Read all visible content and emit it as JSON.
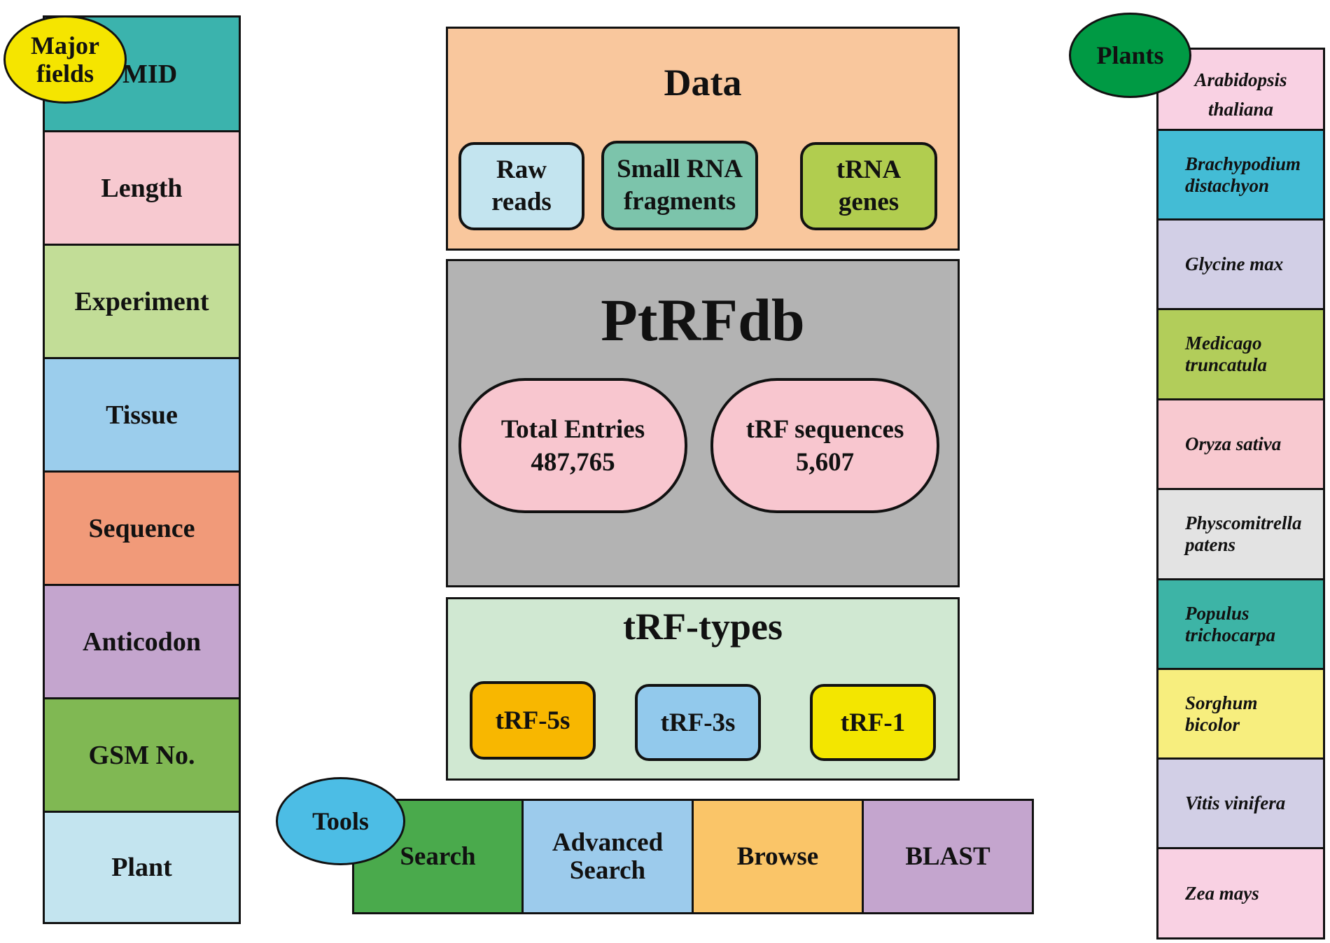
{
  "major_fields": {
    "label": "Major fields",
    "items": [
      {
        "label": "PMID",
        "color": "#3bb3ad"
      },
      {
        "label": "Length",
        "color": "#f7c9d0"
      },
      {
        "label": "Experiment",
        "color": "#c2dd97"
      },
      {
        "label": "Tissue",
        "color": "#9bcdec"
      },
      {
        "label": "Sequence",
        "color": "#f19a79"
      },
      {
        "label": "Anticodon",
        "color": "#c4a5ce"
      },
      {
        "label": "GSM No.",
        "color": "#80b853"
      },
      {
        "label": "Plant",
        "color": "#c3e4ef"
      }
    ],
    "badge_color": "#f5e500"
  },
  "plants": {
    "label": "Plants",
    "badge_color": "#009a44",
    "items": [
      {
        "label": "Arabidopsis thaliana",
        "color": "#f9d1e3"
      },
      {
        "label": "Brachypodium distachyon",
        "color": "#43bcd5"
      },
      {
        "label": "Glycine max",
        "color": "#d2cfe6"
      },
      {
        "label": "Medicago truncatula",
        "color": "#b2cd5a"
      },
      {
        "label": "Oryza sativa",
        "color": "#f8c9d0"
      },
      {
        "label": "Physcomitrella patens",
        "color": "#e3e3e3"
      },
      {
        "label": "Populus trichocarpa",
        "color": "#3db4a6"
      },
      {
        "label": "Sorghum bicolor",
        "color": "#f7ee7e"
      },
      {
        "label": "Vitis vinifera",
        "color": "#d2cfe6"
      },
      {
        "label": "Zea mays",
        "color": "#f9d1e3"
      }
    ]
  },
  "data_panel": {
    "title": "Data",
    "color": "#f9c79d",
    "items": [
      {
        "line1": "Raw",
        "line2": "reads",
        "color": "#c3e4ef"
      },
      {
        "line1": "Small RNA",
        "line2": "fragments",
        "color": "#7cc4ab"
      },
      {
        "line1": "tRNA",
        "line2": "genes",
        "color": "#b1cd4f"
      }
    ]
  },
  "db_panel": {
    "title": "PtRFdb",
    "color": "#b3b3b3",
    "stats": [
      {
        "label": "Total Entries",
        "value": "487,765",
        "color": "#f8c6cf"
      },
      {
        "label": "tRF sequences",
        "value": "5,607",
        "color": "#f8c6cf"
      }
    ]
  },
  "types_panel": {
    "title": "tRF-types",
    "color": "#d0e8d2",
    "items": [
      {
        "label": "tRF-5s",
        "color": "#f8b700"
      },
      {
        "label": "tRF-3s",
        "color": "#92c9ec"
      },
      {
        "label": "tRF-1",
        "color": "#f3e600"
      }
    ]
  },
  "tools": {
    "label": "Tools",
    "badge_color": "#4cbde5",
    "items": [
      {
        "label": "Search",
        "color": "#4aaa4c"
      },
      {
        "label": "Advanced Search",
        "color": "#9ccbec"
      },
      {
        "label": "Browse",
        "color": "#fac568"
      },
      {
        "label": "BLAST",
        "color": "#c4a5ce"
      }
    ]
  }
}
